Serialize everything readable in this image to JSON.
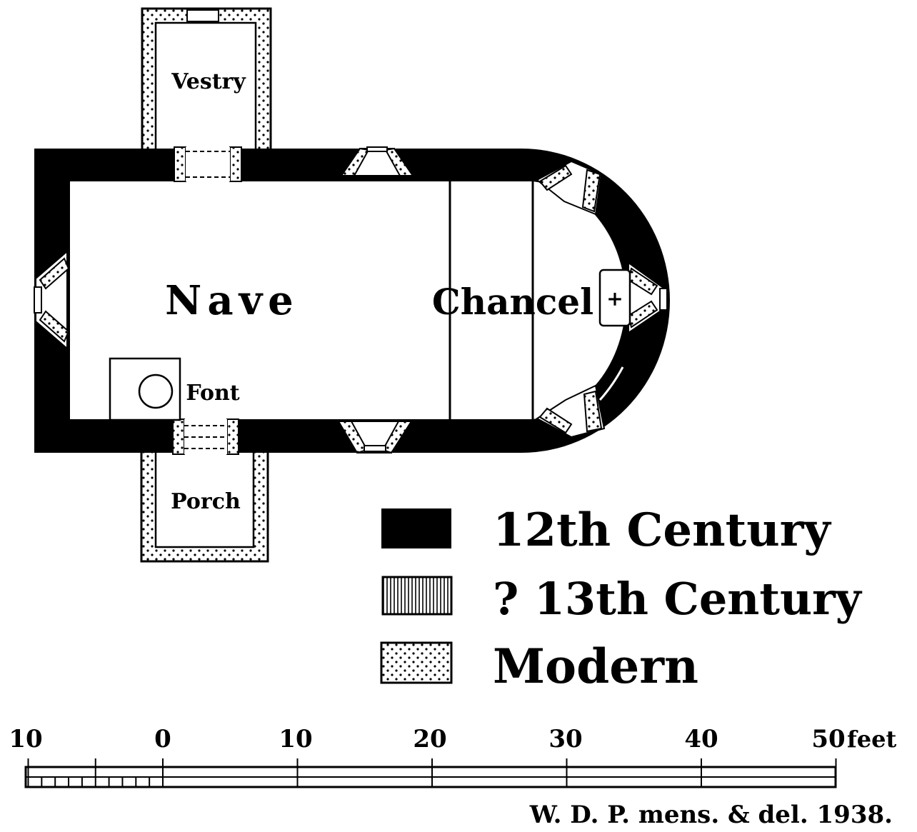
{
  "rooms": {
    "vestry": "Vestry",
    "nave": "Nave",
    "chancel": "Chancel",
    "font": "Font",
    "porch": "Porch"
  },
  "altar_symbol": "+",
  "legend": [
    {
      "label": "12th Century",
      "pattern": "solid"
    },
    {
      "label": "? 13th Century",
      "pattern": "vertical-hatch"
    },
    {
      "label": "Modern",
      "pattern": "stipple"
    }
  ],
  "scale": {
    "ticks": [
      "10",
      "0",
      "10",
      "20",
      "30",
      "40",
      "50"
    ],
    "unit": "feet"
  },
  "credit": "W. D. P. mens. & del. 1938."
}
